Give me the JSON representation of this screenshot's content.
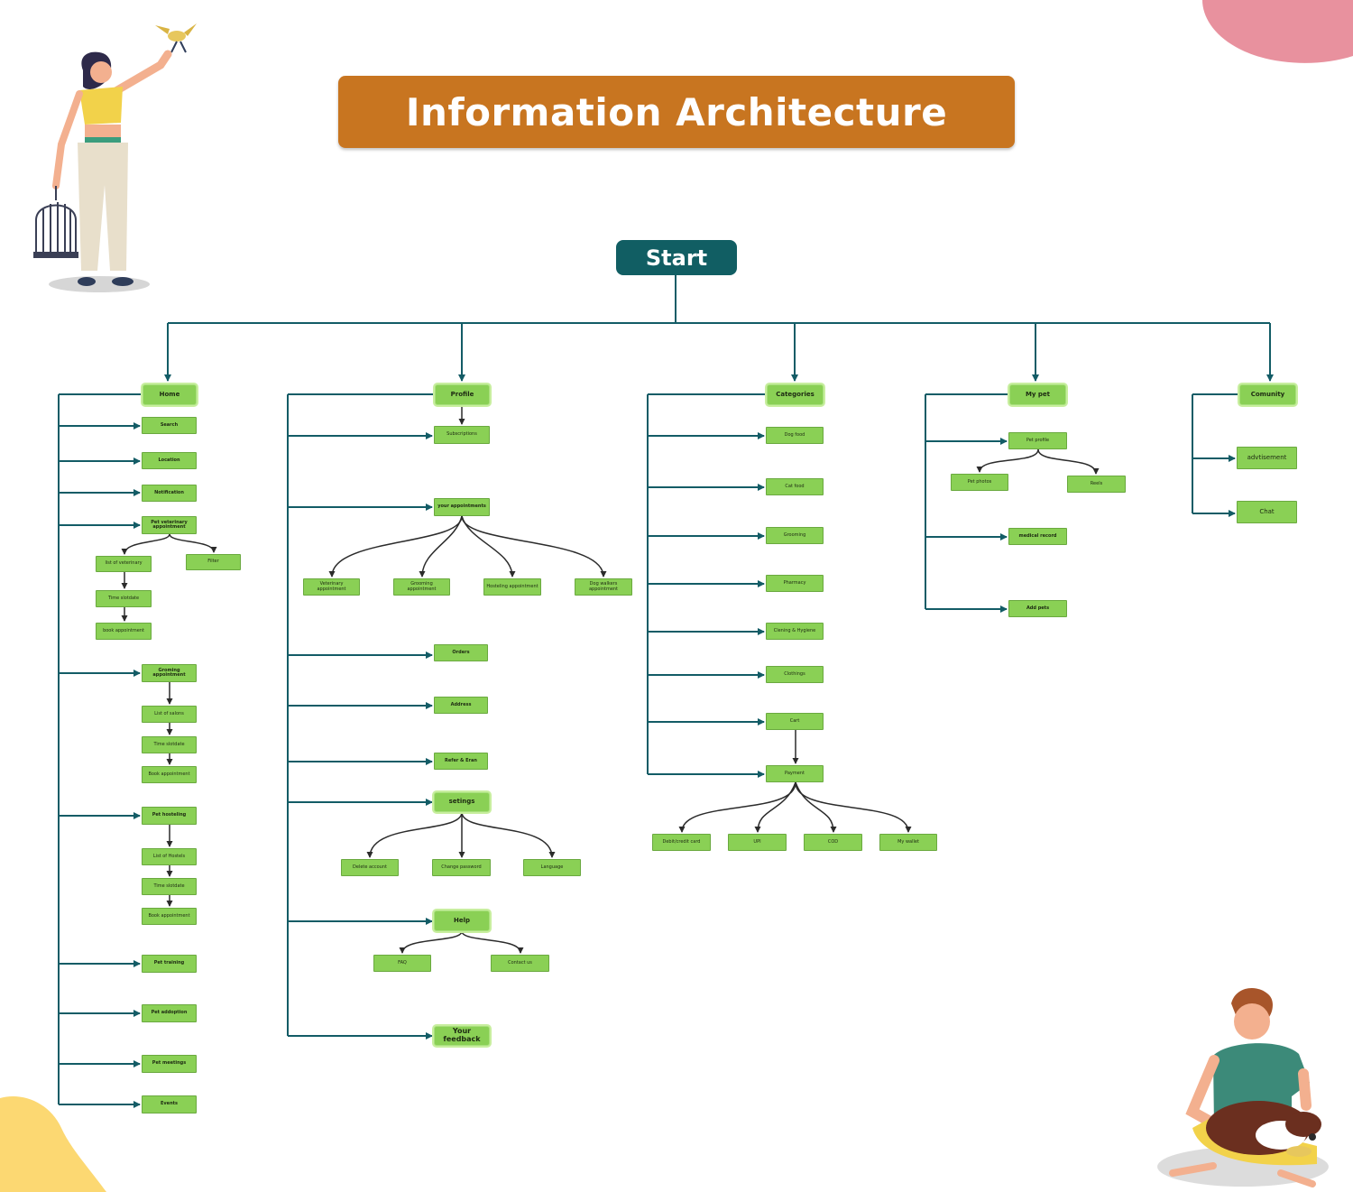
{
  "title": "Information Architecture",
  "start": "Start",
  "colors": {
    "banner": "#c87520",
    "start": "#115e63",
    "node": "#8ad055",
    "connector_main": "#135c66",
    "connector_sub": "#2b2b2b",
    "blob_pink": "#e8919e",
    "blob_yellow": "#fcd872"
  },
  "home": {
    "label": "Home",
    "items": {
      "search": "Search",
      "location": "Location",
      "notification": "Notification",
      "vet_appointment": "Pet veterinary appointment",
      "list_of_veterinary": "list of veterinary",
      "filter": "Filter",
      "time_slot_vet": "Time slotdate",
      "book_vet": "book appointment",
      "groming_appointment": "Groming appointment",
      "list_of_salons": "List of salons",
      "time_slot_groom": "Time slotdate",
      "book_groom": "Book appointment",
      "pet_hosteling": "Pet hosteling",
      "list_of_hostels": "List of Hostels",
      "time_slot_hostel": "Time slotdate",
      "book_hostel": "Book appointment",
      "pet_training": "Pet training",
      "pet_adoption": "Pet addoption",
      "pet_meetings": "Pet meetings",
      "events": "Events"
    }
  },
  "profile": {
    "label": "Profile",
    "items": {
      "subscriptions": "Subscriptions",
      "your_appointments": "your appointments",
      "veterinary_appointment": "Veterinary appointment",
      "grooming_appointment": "Grooming appointment",
      "hosteling_appointment": "Hosteling appointment",
      "dog_walkers_appointment": "Dog walkers appointment",
      "orders": "Orders",
      "address": "Address",
      "refer_earn": "Refer & Eran",
      "settings": "setings",
      "delete_account": "Delete account",
      "change_password": "Change password",
      "language": "Language",
      "help": "Help",
      "faq": "FAQ",
      "contact_us": "Contact us",
      "your_feedback": "Your feedback"
    }
  },
  "categories": {
    "label": "Categories",
    "items": {
      "dog_food": "Dog food",
      "cat_food": "Cat food",
      "grooming": "Grooming",
      "pharmacy": "Pharmacy",
      "clening_hygiene": "Clening & Hygiene",
      "clothings": "Clothings",
      "cart": "Cart",
      "payment": "Payment",
      "debit_credit": "Debit/credit card",
      "upi": "UPI",
      "cod": "COD",
      "my_wallet": "My wallet"
    }
  },
  "mypet": {
    "label": "My pet",
    "items": {
      "pet_profile": "Pet profile",
      "pet_photos": "Pet photos",
      "reels": "Reels",
      "medical_record": "medical record",
      "add_pets": "Add pets"
    }
  },
  "community": {
    "label": "Comunity",
    "items": {
      "advertisement": "advtisement",
      "chat": "Chat"
    }
  }
}
